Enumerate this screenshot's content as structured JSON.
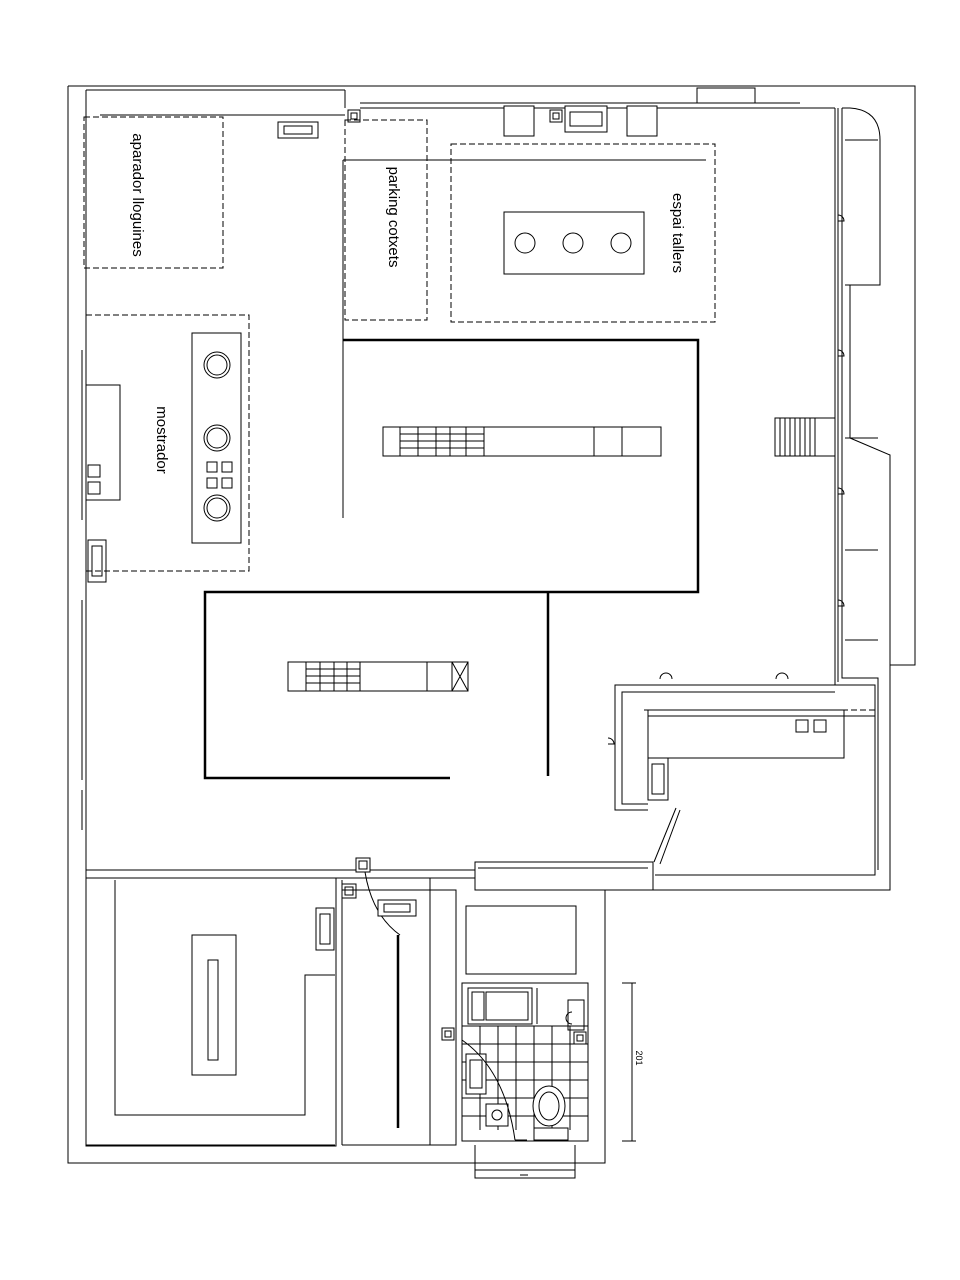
{
  "labels": {
    "aparador": "aparador lloguines",
    "parking": "parking cotxets",
    "tallers": "espai tallers",
    "mostrador": "mostrador"
  },
  "dimension": {
    "value": "201"
  }
}
